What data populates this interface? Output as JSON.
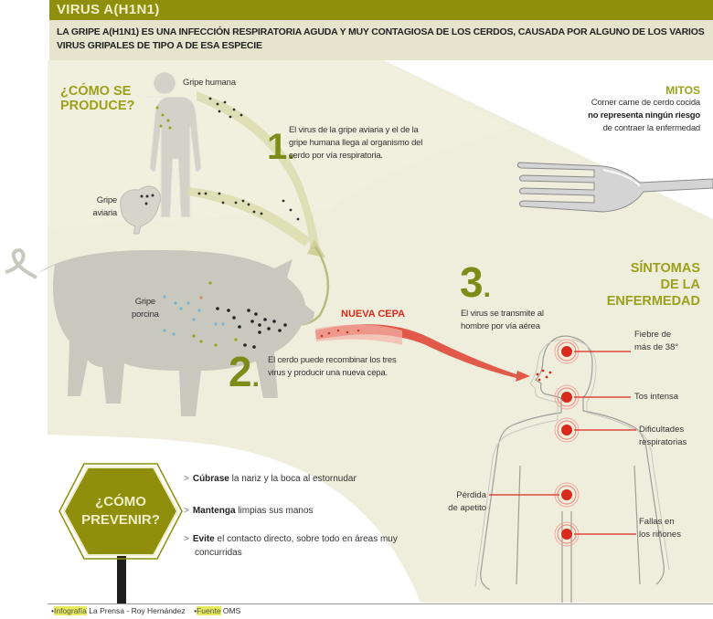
{
  "header": {
    "title": "VIRUS A(H1N1)",
    "intro": "La gripe A(H1N1) es una infección respiratoria aguda y muy contagiosa de los cerdos, causada por alguno de los varios virus gripales de tipo A de esa especie"
  },
  "como_se_produce": {
    "title_line1": "¿CÓMO SE",
    "title_line2": "PRODUCE?",
    "label_human": "Gripe humana",
    "label_avian_1": "Gripe",
    "label_avian_2": "aviaria",
    "label_swine_1": "Gripe",
    "label_swine_2": "porcina",
    "step1": {
      "number": "1",
      "text": "El virus de la gripe aviaria y el de la gripe humana llega al organismo del cerdo por vía respiratoria."
    },
    "step2": {
      "number": "2",
      "text": "El cerdo puede recombinar los tres virus y producir una nueva cepa."
    },
    "nueva_cepa": "NUEVA CEPA",
    "step3": {
      "number": "3",
      "text": "El virus se transmite al hombre por vía aérea"
    }
  },
  "mitos": {
    "title": "MITOS",
    "line1": "Comer carne de cerdo cocida",
    "line2": "no representa ningún riesgo",
    "line3": "de contraer la enfermedad"
  },
  "sintomas": {
    "title_line1": "SÍNTOMAS",
    "title_line2": "DE LA",
    "title_line3": "ENFERMEDAD",
    "items": [
      {
        "line1": "Fiebre de",
        "line2": "más de 38°"
      },
      {
        "line1": "Tos intensa",
        "line2": ""
      },
      {
        "line1": "Dificultades",
        "line2": "respiratorias"
      },
      {
        "line1": "Pérdida",
        "line2": "de apetito"
      },
      {
        "line1": "Fallas en",
        "line2": "los riñones"
      }
    ]
  },
  "prevenir": {
    "sign_line1": "¿CÓMO",
    "sign_line2": "PREVENIR?",
    "items": [
      {
        "bold": "Cúbrase",
        "rest": " la nariz y la boca al estornudar"
      },
      {
        "bold": "Mantenga",
        "rest": " limpias sus manos"
      },
      {
        "bold": "Evite",
        "rest": " el contacto directo, sobre todo en áreas muy concurridas"
      }
    ],
    "bullet": ">"
  },
  "footer": {
    "infografia_label": "Infografía",
    "infografia_credit": " La Prensa - Roy Hernández",
    "fuente_label": "Fuente",
    "fuente_credit": " OMS",
    "bullet": "•"
  },
  "colors": {
    "header_olive": "#8f8f0c",
    "intro_bg": "#e6e4cc",
    "cream_bg": "#efeedd",
    "accent_green": "#9aa21b",
    "number_green": "#7d8b19",
    "symptom_red": "#d9291c",
    "silhouette_gray": "#c9c8be"
  }
}
